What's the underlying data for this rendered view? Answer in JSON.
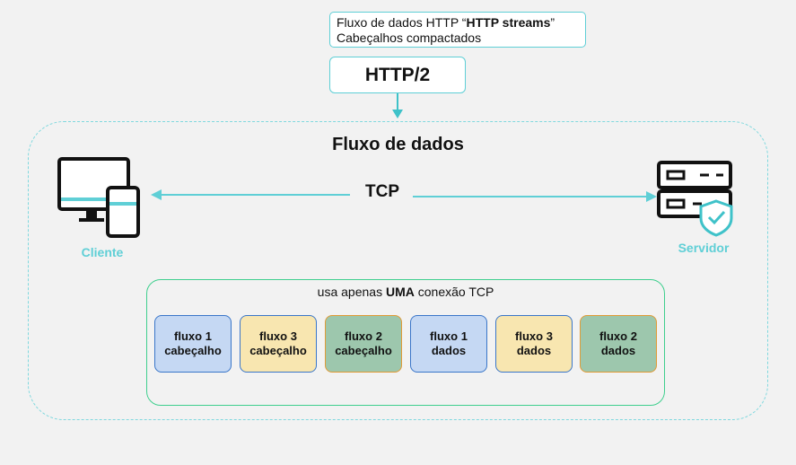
{
  "note": {
    "line1_prefix": "Fluxo de dados HTTP “",
    "line1_bold": "HTTP streams",
    "line1_suffix": "”",
    "line2": "Cabeçalhos compactados"
  },
  "protocol_label": "HTTP/2",
  "diagram_title": "Fluxo de dados",
  "tcp_label": "TCP",
  "client_label": "Cliente",
  "server_label": "Servidor",
  "connection": {
    "prefix": "usa apenas ",
    "bold": "UMA",
    "suffix": " conexão TCP"
  },
  "streams": [
    {
      "line1": "fluxo 1",
      "line2": "cabeçalho",
      "color": "blue"
    },
    {
      "line1": "fluxo 3",
      "line2": "cabeçalho",
      "color": "yellow"
    },
    {
      "line1": "fluxo 2",
      "line2": "cabeçalho",
      "color": "green"
    },
    {
      "line1": "fluxo 1",
      "line2": "dados",
      "color": "blue"
    },
    {
      "line1": "fluxo 3",
      "line2": "dados",
      "color": "yellow"
    },
    {
      "line1": "fluxo 2",
      "line2": "dados",
      "color": "green"
    }
  ],
  "colors": {
    "accent": "#5fcfd6",
    "inner_border": "#3fcf8e",
    "blue_fill": "#c5d8f3",
    "yellow_fill": "#f8e6b0",
    "green_fill": "#9dc7ad"
  },
  "icons": [
    "client-devices-icon",
    "server-shield-icon"
  ]
}
